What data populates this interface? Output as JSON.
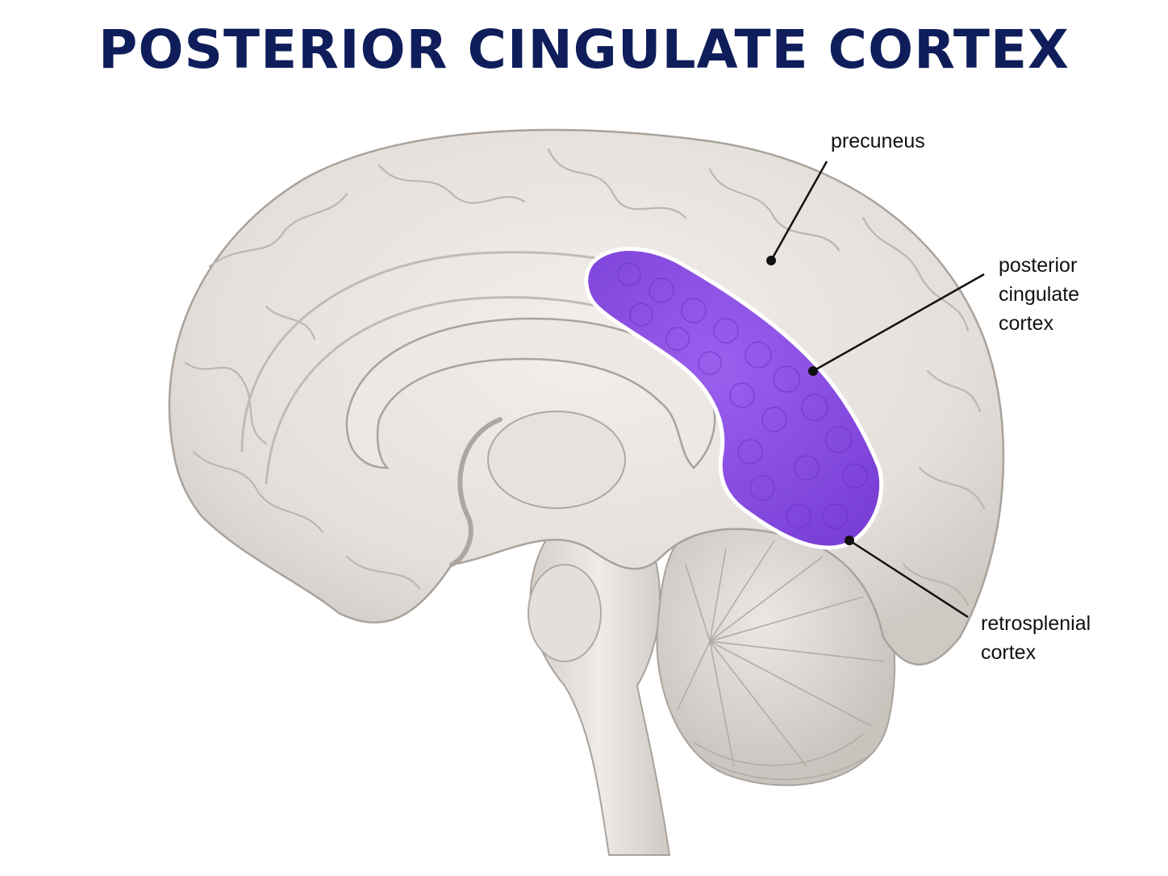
{
  "title": "POSTERIOR CINGULATE CORTEX",
  "labels": {
    "precuneus": "precuneus",
    "posterior_cingulate": "posterior\ncingulate\ncortex",
    "retrosplenial": "retrosplenial\ncortex"
  },
  "colors": {
    "title": "#0f1e5a",
    "highlight": "#8a4ee0",
    "brain": "#e6e2de",
    "sulcus": "#b9b3ad",
    "leader": "#111111"
  }
}
